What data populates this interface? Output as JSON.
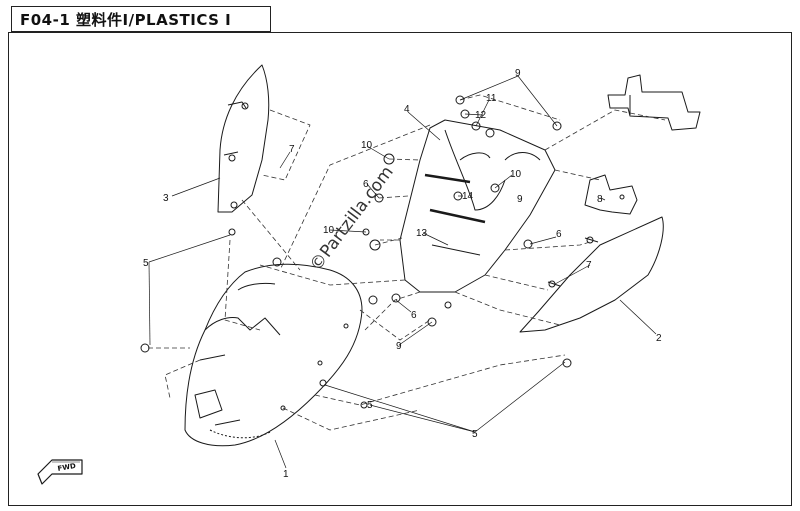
{
  "header": {
    "title": "F04-1 塑料件Ⅰ/PLASTICS Ⅰ"
  },
  "watermark": {
    "text": "©Partzilla.com"
  },
  "direction_marker": {
    "text": "FWD"
  },
  "callouts": [
    "1",
    "2",
    "3",
    "4",
    "5",
    "5",
    "5",
    "6",
    "6",
    "6",
    "7",
    "7",
    "8",
    "9",
    "9",
    "9",
    "10",
    "10",
    "10",
    "11",
    "12",
    "13",
    "14"
  ],
  "colors": {
    "line": "#1a1a1a",
    "dash": "#333333",
    "fill": "#ffffff"
  }
}
